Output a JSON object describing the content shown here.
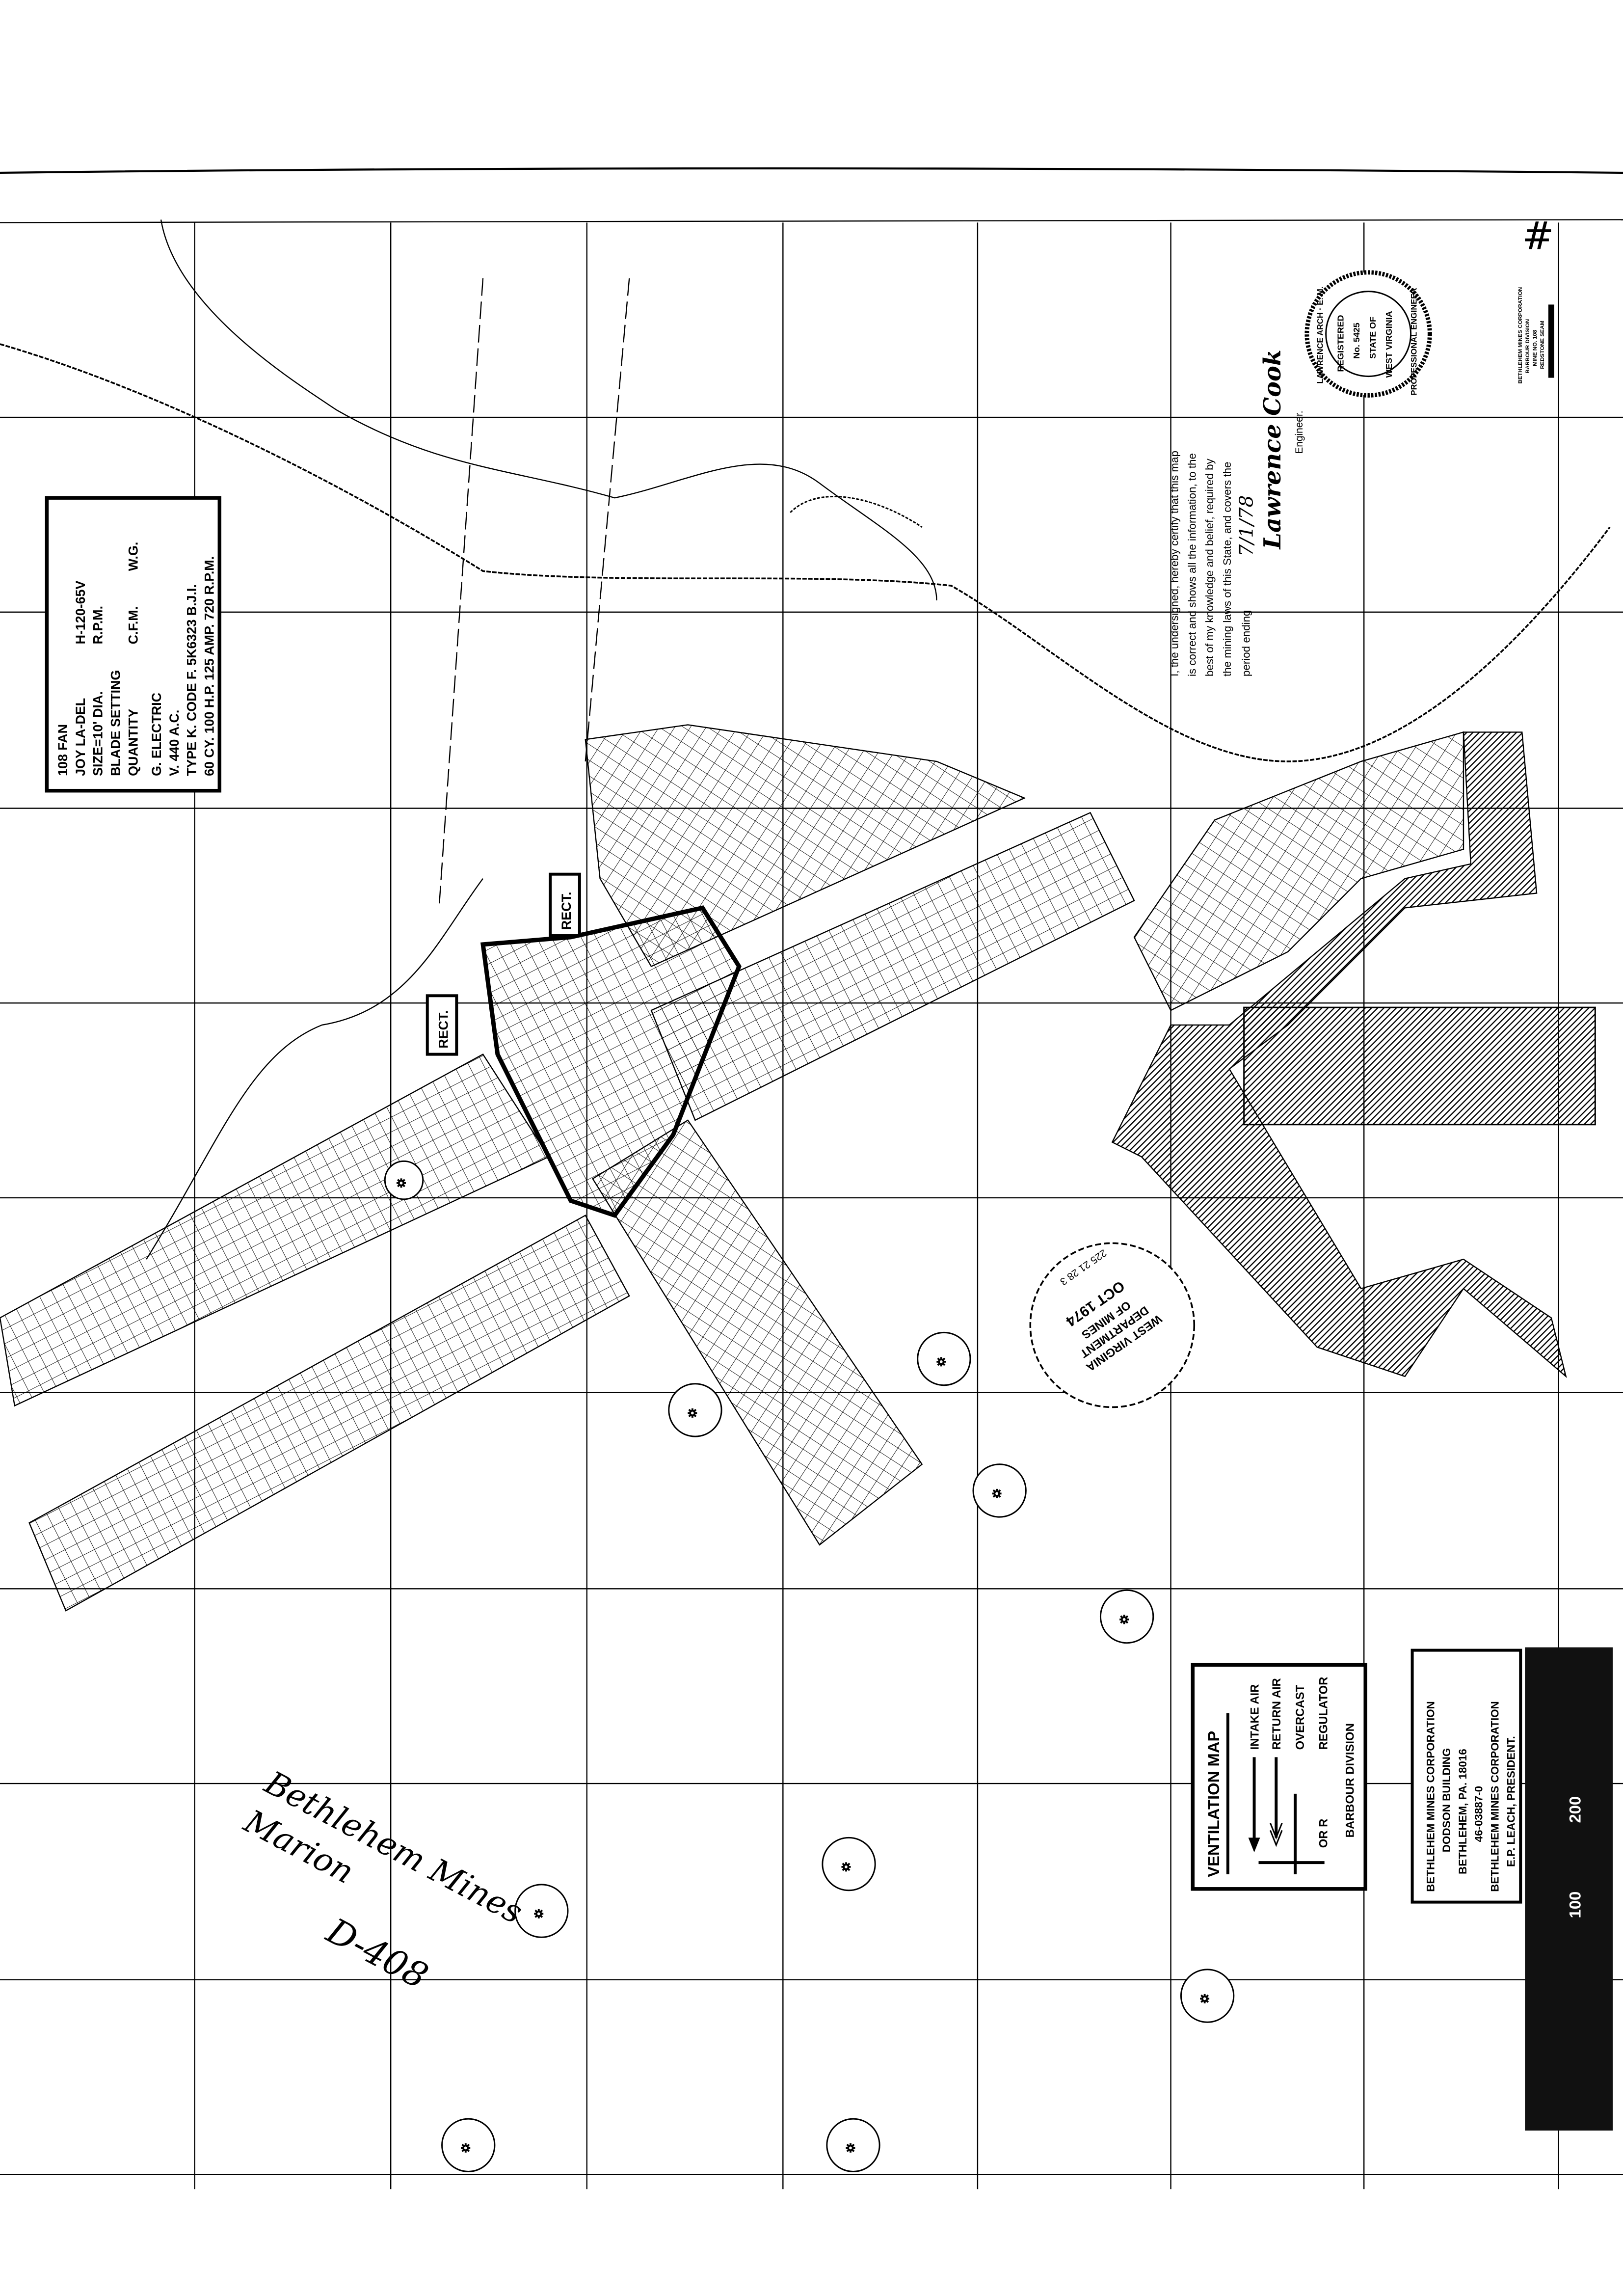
{
  "fan_box": {
    "lines": [
      "108 FAN",
      "JOY LA-DEL",
      "SIZE=10' DIA.",
      "BLADE SETTING",
      "QUANTITY",
      "G. ELECTRIC",
      "V. 440 A.C.",
      "TYPE K. CODE F. 5K6323 B.J.I.",
      "60 CY. 100 H.P. 125 AMP. 720 R.P.M."
    ],
    "model": "H-120-65V",
    "rpm": "R.P.M.",
    "cfm": "C.F.M.",
    "wg": "W.G."
  },
  "rect_labels": [
    "RECT.",
    "RECT."
  ],
  "certification": {
    "lines": [
      "I, the undersigned, hereby certify that this map",
      "is correct and shows all the information, to the",
      "best of my knowledge and belief, required by",
      "the mining laws of this State, and covers the",
      "period ending"
    ],
    "date": "7/1/78",
    "signature": "Lawrence Cook",
    "engineer_label": "Engineer."
  },
  "seal": {
    "outer_top": "LAWRENCE ARCH · E. M.",
    "outer_bottom": "PROFESSIONAL ENGINEER",
    "registered": "REGISTERED",
    "number": "No. 5425",
    "state_of": "STATE OF",
    "west_virginia": "WEST VIRGINIA"
  },
  "corner_title": [
    "BETHLEHEM MINES CORPORATION",
    "BARBOUR DIVISION",
    "MINE NO. 108",
    "REDSTONE SEAM"
  ],
  "stamp": {
    "line1": "WEST VIRGINIA",
    "line2": "DEPARTMENT",
    "line3": "OF MINES",
    "date": "OCT 1974",
    "serial": "225 21 28 3"
  },
  "legend": {
    "title": "VENTILATION MAP",
    "items": [
      "INTAKE AIR",
      "RETURN AIR",
      "OVERCAST",
      "REGULATOR"
    ],
    "or_r": "OR R",
    "division": "BARBOUR DIVISION"
  },
  "company": {
    "lines": [
      "BETHLEHEM MINES CORPORATION",
      "DODSON BUILDING",
      "BETHLEHEM, PA. 18016",
      "46-03887-0",
      "BETHLEHEM MINES CORPORATION",
      "E.P. LEACH, PRESIDENT."
    ]
  },
  "scale_bar": {
    "labels": [
      "100",
      "200"
    ]
  },
  "handwriting": {
    "line1": "Bethlehem Mines",
    "line2": "Marion",
    "line3": "D-408",
    "corner_mark": "#"
  }
}
